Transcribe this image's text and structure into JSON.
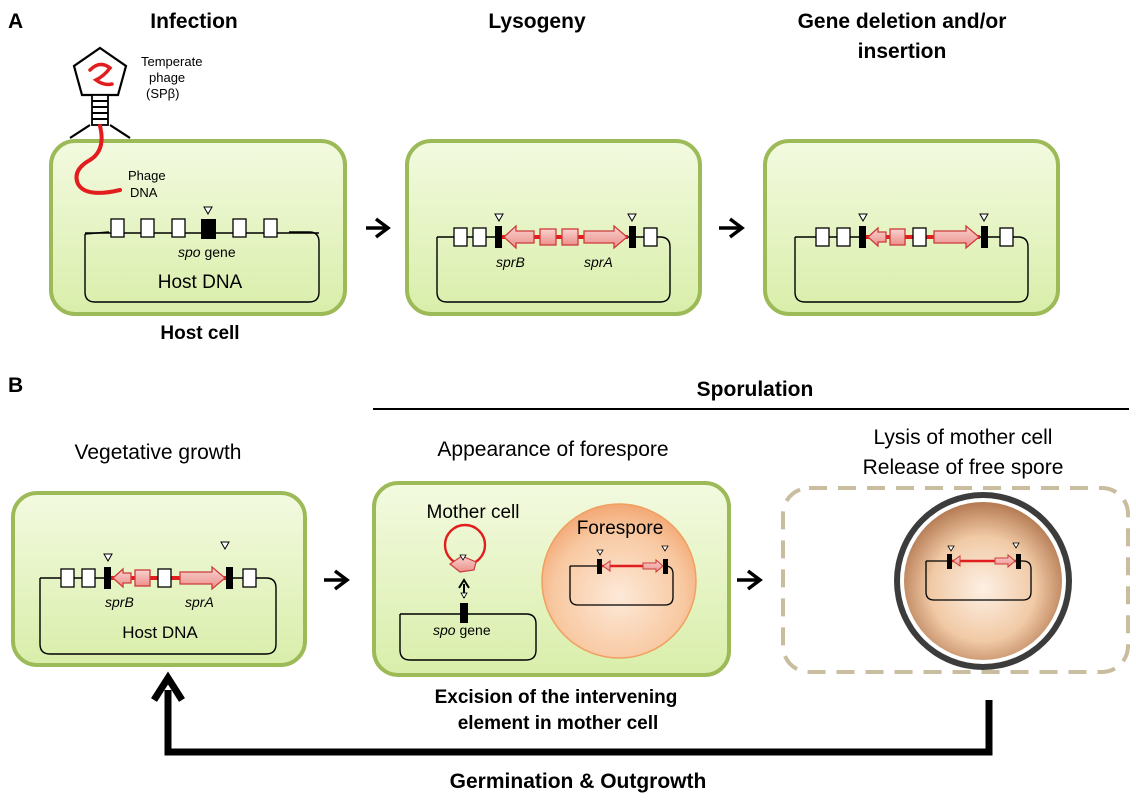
{
  "panel_a": {
    "letter": "A",
    "step1_title": "Infection",
    "step2_title": "Lysogeny",
    "step3_title_line1": "Gene deletion and/or",
    "step3_title_line2": "insertion",
    "phage_label_line1": "Temperate",
    "phage_label_line2": "phage",
    "phage_label_line3": "(SPβ)",
    "phage_dna_line1": "Phage",
    "phage_dna_line2": "DNA",
    "spo_italic": "spo",
    "spo_rest": "gene",
    "host_dna": "Host DNA",
    "host_cell": "Host cell",
    "sprB": "sprB",
    "sprA": "sprA"
  },
  "panel_b": {
    "letter": "B",
    "sporulation": "Sporulation",
    "vegetative_growth": "Vegetative growth",
    "appearance": "Appearance of forespore",
    "lysis_line1": "Lysis of mother cell",
    "lysis_line2": "Release of free spore",
    "sprB": "sprB",
    "sprA": "sprA",
    "host_dna": "Host DNA",
    "mother_cell": "Mother cell",
    "forespore": "Forespore",
    "spo_italic": "spo",
    "spo_rest": "gene",
    "excision_line1": "Excision of the intervening",
    "excision_line2": "element  in mother cell",
    "germination": "Germination & Outgrowth"
  },
  "colors": {
    "cell_fill": "#e8f5c8",
    "cell_stroke": "#9cbb58",
    "gene_fill": "#f4b8b4",
    "gene_stroke": "#cc3b3b",
    "phage_dna": "#e21d1d",
    "forespore_fill": "#f6c39a",
    "dashed_stroke": "#c9bda0"
  }
}
